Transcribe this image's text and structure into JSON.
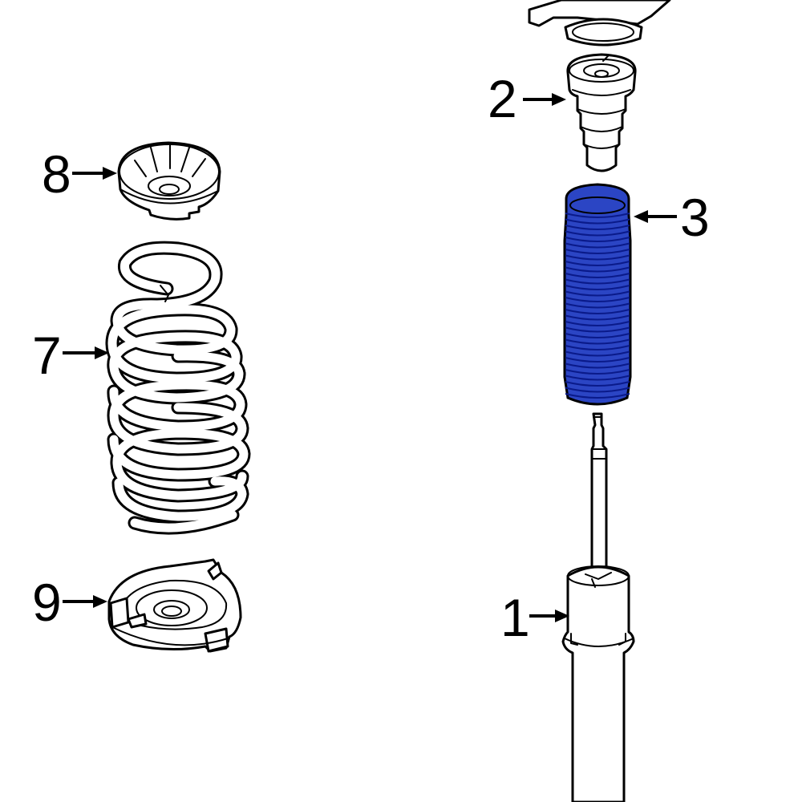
{
  "diagram": {
    "highlight_color": "#2b45c4",
    "line_color": "#000000",
    "background_color": "#ffffff",
    "callouts": [
      {
        "id": "1",
        "label": "1"
      },
      {
        "id": "2",
        "label": "2"
      },
      {
        "id": "3",
        "label": "3"
      },
      {
        "id": "7",
        "label": "7"
      },
      {
        "id": "8",
        "label": "8"
      },
      {
        "id": "9",
        "label": "9"
      }
    ]
  }
}
